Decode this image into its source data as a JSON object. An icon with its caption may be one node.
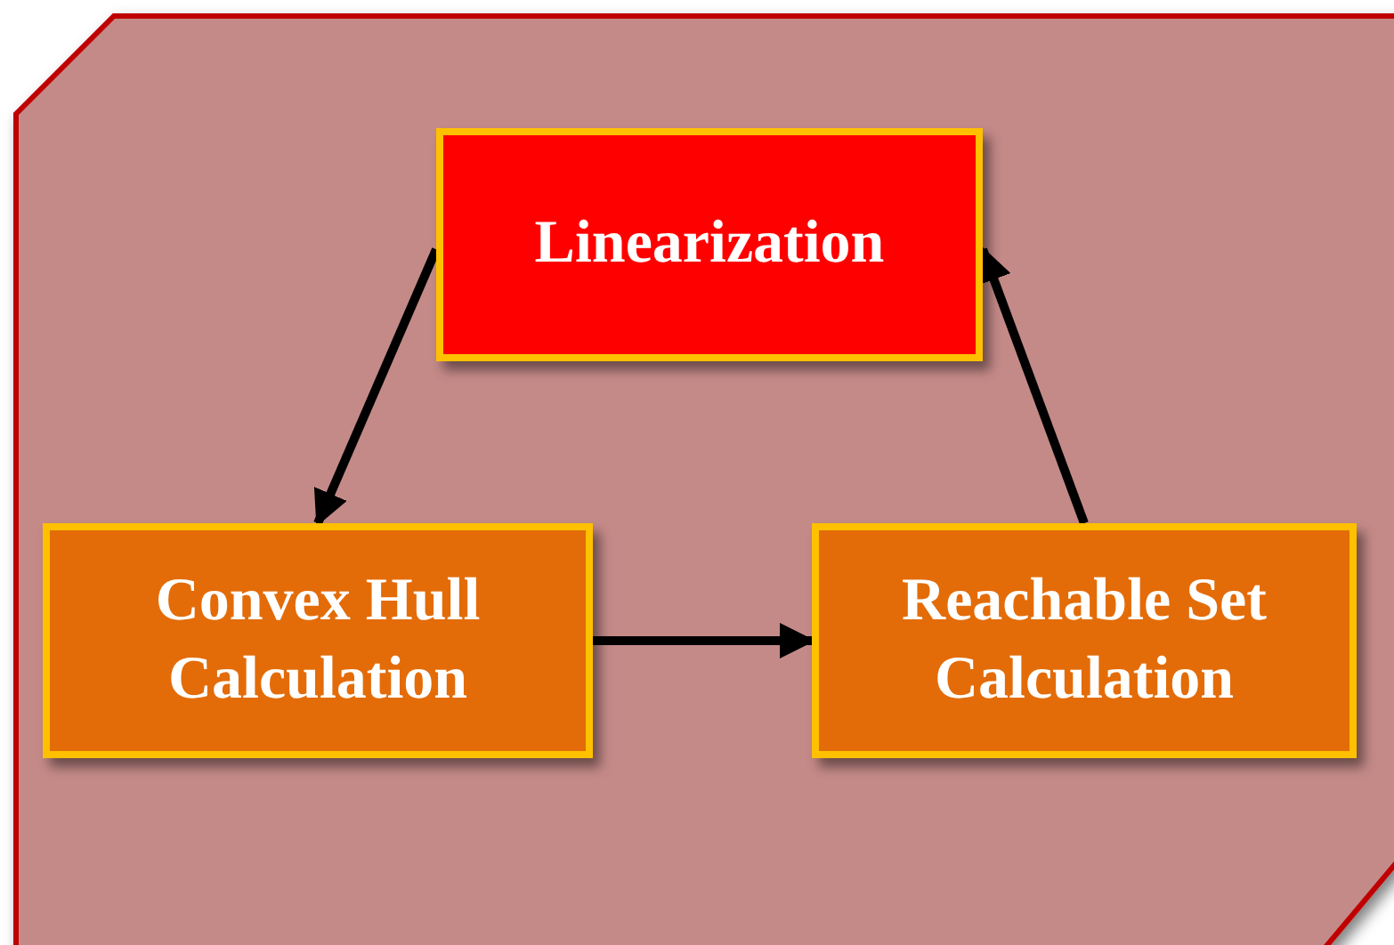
{
  "diagram": {
    "nodes": [
      {
        "text": [
          "Linearization"
        ]
      },
      {
        "text": [
          "Convex Hull Calculation"
        ]
      },
      {
        "text": [
          "Reachable Set Calculation"
        ]
      }
    ],
    "edges": [
      {
        "from": 0,
        "to": 1,
        "arrow": "to"
      },
      {
        "from": 1,
        "to": 2,
        "arrow": "to"
      },
      {
        "from": 2,
        "to": 0,
        "arrow": "to"
      }
    ]
  }
}
